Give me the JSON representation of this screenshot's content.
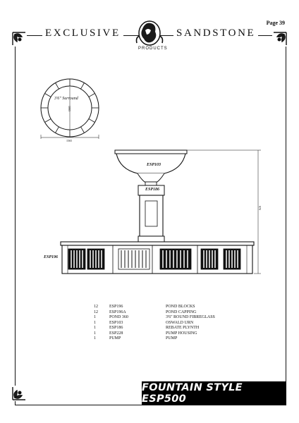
{
  "page_number": "Page 39",
  "brand": {
    "left_word": "EXCLUSIVE",
    "right_word": "SANDSTONE",
    "tagline": "PRODUCTS"
  },
  "plan_view": {
    "label": "3'6\" Surround",
    "dim_inner": "1065",
    "dim_outer": "1565"
  },
  "elevation": {
    "urn_label": "ESP103",
    "plynth_label": "ESP186",
    "pond_label": "ESP196",
    "height_dim": "970"
  },
  "parts_list": [
    {
      "qty": "12",
      "code": "ESP196",
      "desc": "POND BLOCKS"
    },
    {
      "qty": "12",
      "code": "ESP196A",
      "desc": "POND CAPPING"
    },
    {
      "qty": "1",
      "code": "POND 360",
      "desc": "3'6\" ROUND FIBREGLASS"
    },
    {
      "qty": "1",
      "code": "ESP103",
      "desc": "OSWALD URN"
    },
    {
      "qty": "1",
      "code": "ESP186",
      "desc": "REBATE PLYNTH"
    },
    {
      "qty": "1",
      "code": "ESP228",
      "desc": "PUMP HOUSING"
    },
    {
      "qty": "1",
      "code": "PUMP",
      "desc": "PUMP"
    }
  ],
  "title": "FOUNTAIN STYLE ESP500"
}
